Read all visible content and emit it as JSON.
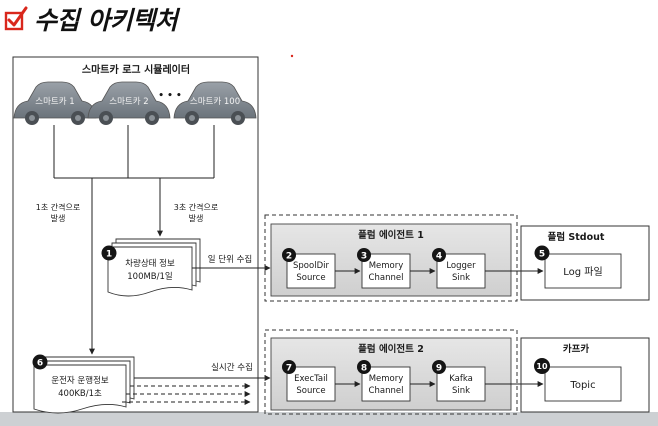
{
  "header": {
    "title": "수집 아키텍처",
    "icon": "checkbox-pen-icon",
    "accent_color": "#d9271c"
  },
  "simulator": {
    "title": "스마트카 로그 시뮬레이터",
    "cars": [
      "스마트카 1",
      "스마트카 2",
      "스마트카 100"
    ],
    "ellipsis": "• • •",
    "interval_left": [
      "1초 간격으로",
      "발생"
    ],
    "interval_right": [
      "3초 간격으로",
      "발생"
    ]
  },
  "files": {
    "status": {
      "num": "1",
      "line1": "차량상태 정보",
      "line2": "100MB/1일"
    },
    "driver": {
      "num": "6",
      "line1": "운전자 운행정보",
      "line2": "400KB/1초"
    }
  },
  "edges": {
    "daily": "일 단위 수집",
    "realtime": "실시간 수집"
  },
  "agent1": {
    "title": "플럼 에이전트 1",
    "components": [
      {
        "num": "2",
        "line1": "SpoolDir",
        "line2": "Source"
      },
      {
        "num": "3",
        "line1": "Memory",
        "line2": "Channel"
      },
      {
        "num": "4",
        "line1": "Logger",
        "line2": "Sink"
      }
    ]
  },
  "agent2": {
    "title": "플럼 에이전트 2",
    "components": [
      {
        "num": "7",
        "line1": "ExecTail",
        "line2": "Source"
      },
      {
        "num": "8",
        "line1": "Memory",
        "line2": "Channel"
      },
      {
        "num": "9",
        "line1": "Kafka",
        "line2": "Sink"
      }
    ]
  },
  "stdout": {
    "title": "플럼 Stdout",
    "num": "5",
    "label": "Log 파일"
  },
  "kafka": {
    "title": "카프카",
    "num": "10",
    "label": "Topic"
  }
}
